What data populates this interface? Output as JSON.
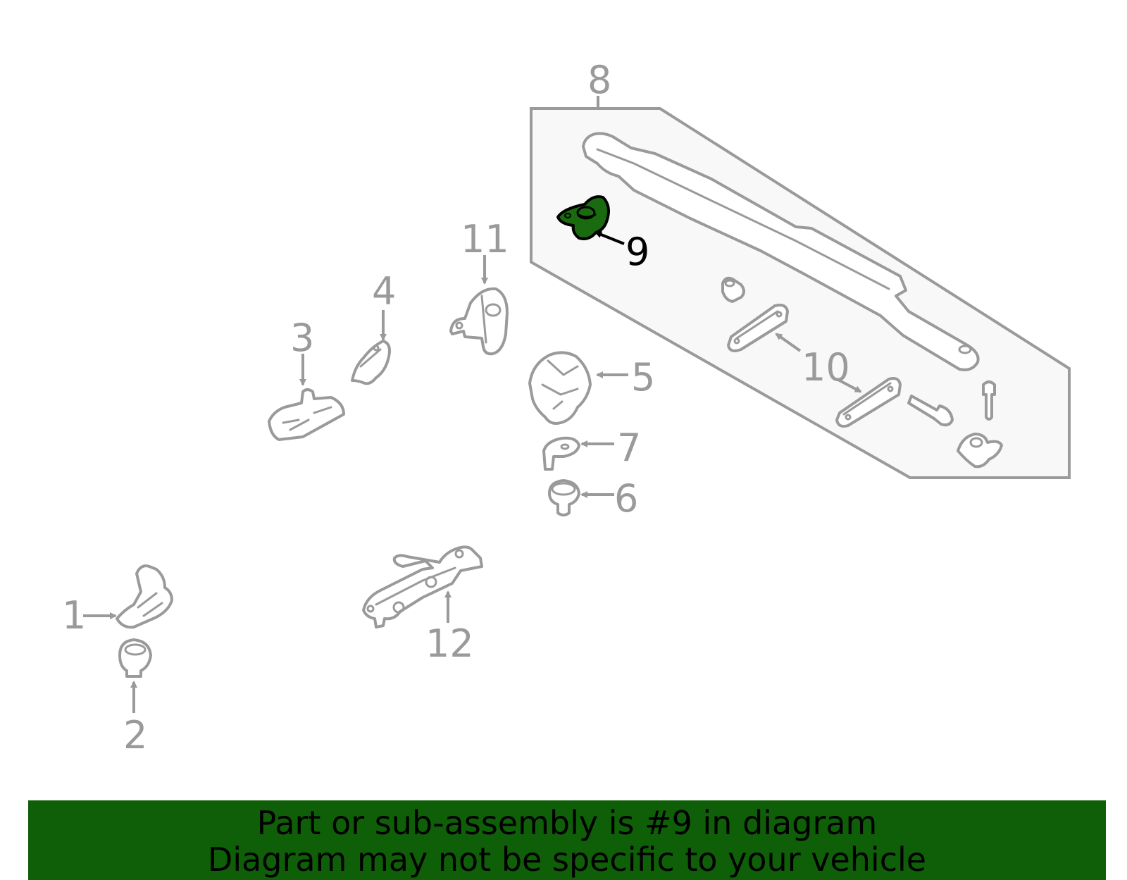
{
  "callouts": {
    "c1": "1",
    "c2": "2",
    "c3": "3",
    "c4": "4",
    "c5": "5",
    "c6": "6",
    "c7": "7",
    "c8": "8",
    "c9": "9",
    "c10": "10",
    "c11": "11",
    "c12": "12"
  },
  "highlighted_part": "9",
  "banner": {
    "line1": "Part or sub-assembly is #9 in diagram",
    "line2": "Diagram may not be specific to your vehicle"
  },
  "colors": {
    "banner_bg": "#0f5e08",
    "highlight_fill": "#1a6b10",
    "line_gray": "#9a9a9a",
    "panel_fill": "#f8f8f8"
  }
}
